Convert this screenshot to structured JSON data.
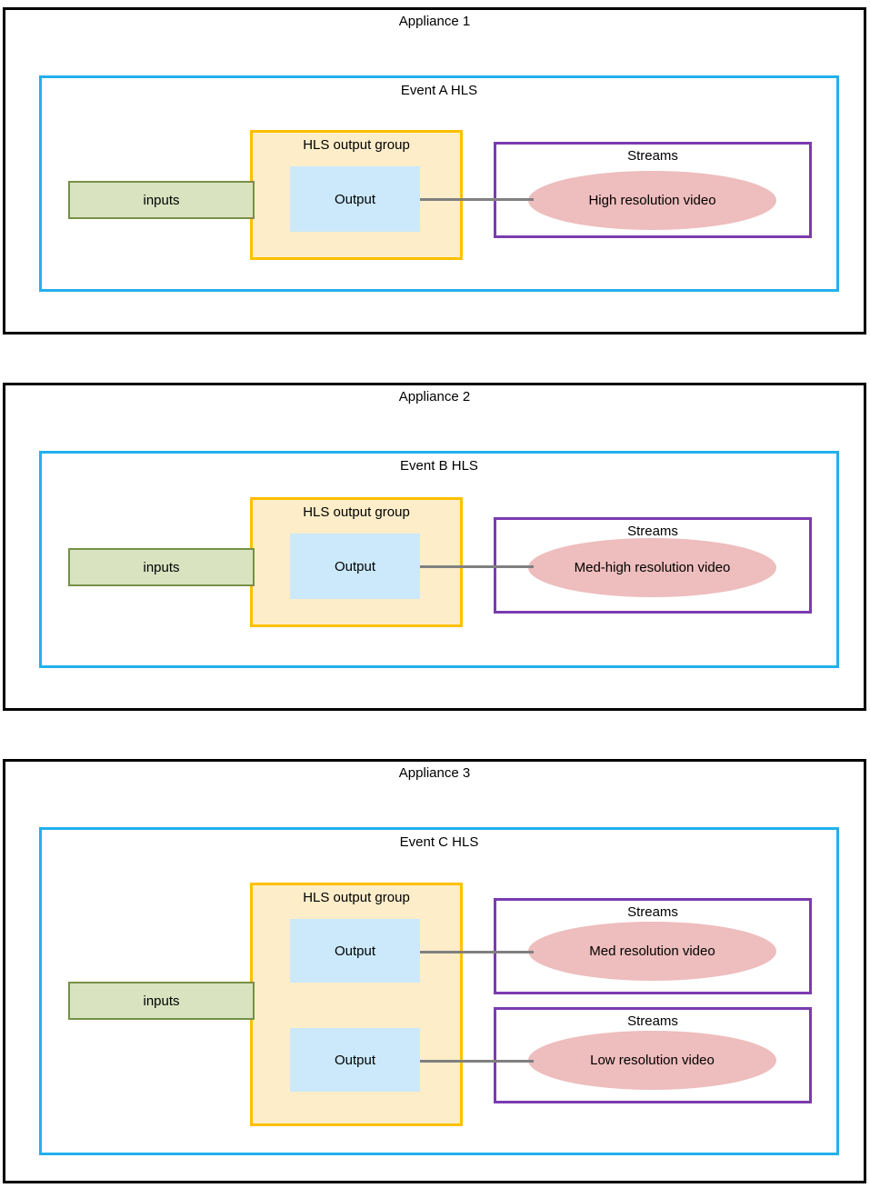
{
  "diagram": {
    "title_semantics": "media-appliance-hls-topology",
    "colors": {
      "appliance_border": "#000000",
      "event_border": "#22b0ee",
      "output_group_border": "#ffc000",
      "output_group_fill": "#fdedc9",
      "inputs_border": "#769146",
      "inputs_fill": "#d9e3c0",
      "output_fill": "#cbe9fb",
      "streams_border": "#7b3bb0",
      "ellipse_fill": "#eebdbd",
      "connector": "#808080"
    },
    "labels": {
      "inputs": "inputs",
      "output": "Output",
      "output_group": "HLS output group",
      "streams": "Streams"
    },
    "appliances": [
      {
        "title": "Appliance 1",
        "event": "Event A HLS",
        "output_group": "HLS output group",
        "inputs": "inputs",
        "outputs": [
          {
            "label": "Output",
            "streams_label": "Streams",
            "stream": "High resolution video"
          }
        ]
      },
      {
        "title": "Appliance 2",
        "event": "Event B HLS",
        "output_group": "HLS output group",
        "inputs": "inputs",
        "outputs": [
          {
            "label": "Output",
            "streams_label": "Streams",
            "stream": "Med-high resolution video"
          }
        ]
      },
      {
        "title": "Appliance 3",
        "event": "Event C HLS",
        "output_group": "HLS output group",
        "inputs": "inputs",
        "outputs": [
          {
            "label": "Output",
            "streams_label": "Streams",
            "stream": "Med resolution video"
          },
          {
            "label": "Output",
            "streams_label": "Streams",
            "stream": "Low resolution video"
          }
        ]
      }
    ]
  }
}
